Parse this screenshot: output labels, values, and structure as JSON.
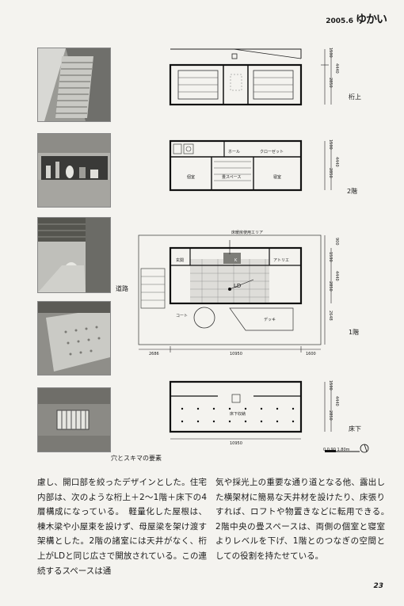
{
  "header": {
    "date": "2005.6",
    "magazine": "ゆかい"
  },
  "labels": {
    "level_ceiling": "桁上",
    "level_2f": "2階",
    "level_1f": "1階",
    "level_underfloor": "床下",
    "road": "道路",
    "photo_caption": "穴とスキマの要素"
  },
  "rooms": {
    "hall": "ホール",
    "closet": "クローゼット",
    "bedroom_left": "個室",
    "tatami": "畳スペース",
    "bedroom_right": "寝室",
    "floor_heating": "床暖房使用エリア",
    "entrance": "玄関",
    "kitchen": "K",
    "atelier": "アトリエ",
    "ld": "LD",
    "court": "コート",
    "deck": "デッキ",
    "underfloor_storage": "床下収納"
  },
  "dimensions": {
    "v_top": "1590",
    "v_mid": "2850",
    "v_total": "4440",
    "v_small": "900",
    "v_bottom": "2648",
    "site_left": "2686",
    "site_mid": "10950",
    "site_right": "1600",
    "base_width": "10950",
    "scale": "0  0.90 1.80m"
  },
  "body": {
    "left_column": "慮し、開口部を絞ったデザインとした。住宅内部は、次のような桁上＋2～1階＋床下の4層構成になっている。　軽量化した屋根は、棟木梁や小屋束を設けず、母屋梁を架け渡す架構とした。2階の諸室には天井がなく、桁上がLDと同じ広さで開放されている。この連続するスペースは通",
    "right_column": "気や採光上の重要な通り道となる他、露出した横架材に簡易な天井材を設けたり、床張りすれば、ロフトや物置きなどに転用できる。　2階中央の畳スペースは、両側の個室と寝室よりレベルを下げ、1階とのつなぎの空間としての役割を持たせている。"
  },
  "page_number": "23"
}
